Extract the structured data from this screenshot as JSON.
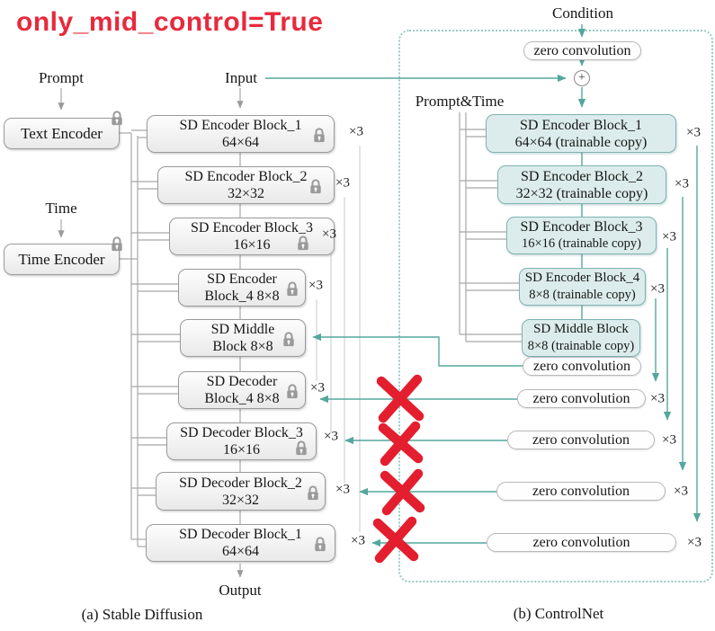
{
  "title": "only_mid_control=True",
  "labels": {
    "prompt": "Prompt",
    "input": "Input",
    "time": "Time",
    "condition": "Condition",
    "prompt_and_time": "Prompt&Time",
    "output": "Output",
    "plus": "+",
    "repeat": "×3"
  },
  "encoders": {
    "text": "Text Encoder",
    "time": "Time Encoder"
  },
  "sd_blocks": [
    {
      "line1": "SD Encoder Block_1",
      "line2": "64×64",
      "locked": true
    },
    {
      "line1": "SD Encoder Block_2",
      "line2": "32×32",
      "locked": true
    },
    {
      "line1": "SD Encoder Block_3",
      "line2": "16×16",
      "locked": true
    },
    {
      "line1": "SD Encoder",
      "line2": "Block_4 8×8",
      "locked": true
    },
    {
      "line1": "SD Middle",
      "line2": "Block 8×8",
      "locked": true
    },
    {
      "line1": "SD Decoder",
      "line2": "Block_4 8×8",
      "locked": true
    },
    {
      "line1": "SD Decoder Block_3",
      "line2": "16×16",
      "locked": true
    },
    {
      "line1": "SD Decoder Block_2",
      "line2": "32×32",
      "locked": true
    },
    {
      "line1": "SD Decoder Block_1",
      "line2": "64×64",
      "locked": true
    }
  ],
  "control_blocks": [
    {
      "line1": "SD Encoder Block_1",
      "line2": "64×64 (trainable copy)"
    },
    {
      "line1": "SD Encoder Block_2",
      "line2": "32×32 (trainable copy)"
    },
    {
      "line1": "SD Encoder Block_3",
      "line2": "16×16 (trainable copy)"
    },
    {
      "line1": "SD Encoder Block_4",
      "line2": "8×8 (trainable copy)"
    },
    {
      "line1": "SD Middle Block",
      "line2": "8×8 (trainable copy)"
    }
  ],
  "zero_convolution": "zero convolution",
  "captions": {
    "a": "(a) Stable Diffusion",
    "b": "(b) ControlNet"
  },
  "colors": {
    "title_red": "#e8293d",
    "x_mark_red": "#e31e2e",
    "teal_line": "#55a79d",
    "trainable_fill": "#dcecec",
    "trainable_border": "#7fb2b2",
    "frozen_fill": "#efefef",
    "frozen_border": "#9a9a9a",
    "dashed_border": "#96cac4",
    "lock_gray": "#9a9a9a"
  }
}
